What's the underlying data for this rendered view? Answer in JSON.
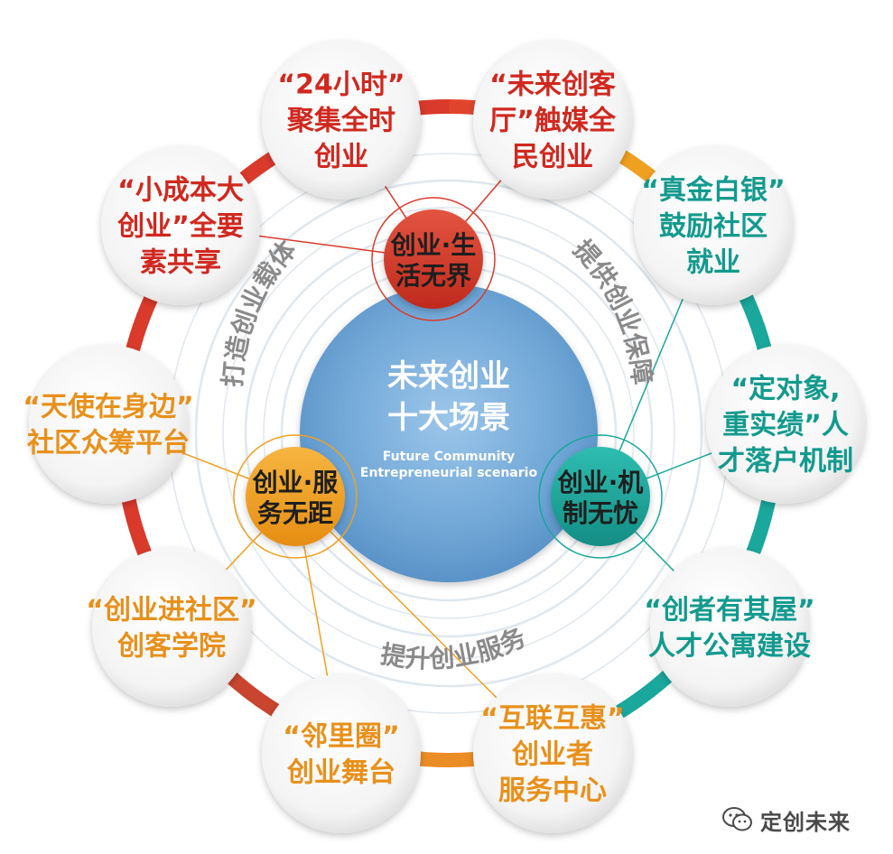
{
  "center": {
    "lines": [
      "未来创业",
      "十大场景"
    ],
    "subtitle_lines": [
      "Future Community",
      "Entrepreneurial scenario"
    ]
  },
  "hubs": [
    {
      "lines": [
        "创业·生",
        "活无界"
      ],
      "color": "#d93a2b"
    },
    {
      "lines": [
        "创业·服",
        "务无距"
      ],
      "color": "#f0a020"
    },
    {
      "lines": [
        "创业·机",
        "制无忧"
      ],
      "color": "#1aa79c"
    }
  ],
  "arc_labels": [
    "打造创业载体",
    "提供创业保障",
    "提升创业服务"
  ],
  "scenarios": [
    {
      "lines": [
        "“24小时”",
        "聚集全时",
        "创业"
      ],
      "color": "#d0281f"
    },
    {
      "lines": [
        "“未来创客",
        "厅”触媒全",
        "民创业"
      ],
      "color": "#d0281f"
    },
    {
      "lines": [
        "“真金白银”",
        "鼓励社区",
        "就业"
      ],
      "color": "#129a8e"
    },
    {
      "lines": [
        "“定对象,",
        "重实绩”人",
        "才落户机制"
      ],
      "color": "#129a8e"
    },
    {
      "lines": [
        "“创者有其屋”",
        "人才公寓建设"
      ],
      "color": "#129a8e"
    },
    {
      "lines": [
        "“互联互惠”",
        "创业者",
        "服务中心"
      ],
      "color": "#e8901a"
    },
    {
      "lines": [
        "“邻里圈”",
        "创业舞台"
      ],
      "color": "#e8901a"
    },
    {
      "lines": [
        "“创业进社区”",
        "创客学院"
      ],
      "color": "#e8901a"
    },
    {
      "lines": [
        "“天使在身边”",
        "社区众筹平台"
      ],
      "color": "#e8901a"
    },
    {
      "lines": [
        "“小成本大",
        "创业”全要",
        "素共享"
      ],
      "color": "#d0281f"
    }
  ],
  "watermark": {
    "text": "定创未来",
    "icon": "wechat-icon"
  },
  "colors": {
    "red": "#d93a2b",
    "orange": "#f0a020",
    "teal": "#1aa79c",
    "center": "#7ab0dc"
  }
}
